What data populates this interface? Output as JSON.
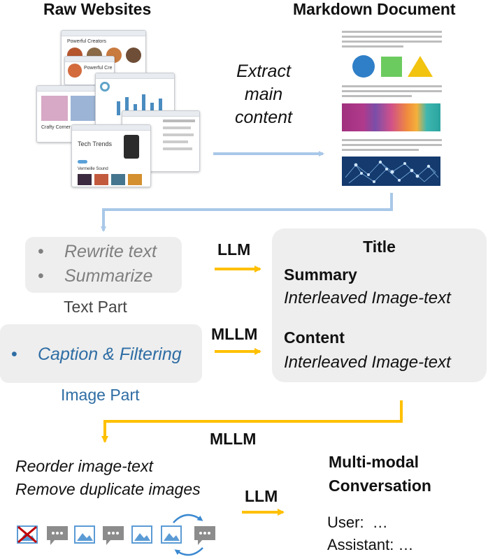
{
  "headers": {
    "raw_websites": "Raw Websites",
    "markdown_document": "Markdown Document"
  },
  "extract_label": [
    "Extract",
    "main",
    "content"
  ],
  "screenshots": {
    "win1_title": "Powerful Creators",
    "win2_title": "Powerful Cre",
    "win3_title": "Crafty Corner",
    "win4_title": "Tech Trends",
    "win4_subtitle": "Vermeille Sound"
  },
  "text_part": {
    "items": [
      "Rewrite text",
      "Summarize"
    ],
    "caption": "Text Part",
    "bullet": "•"
  },
  "image_part": {
    "items": [
      "Caption & Filtering"
    ],
    "caption": "Image Part",
    "bullet": "•"
  },
  "arrows": {
    "llm_1": "LLM",
    "mllm_1": "MLLM",
    "mllm_2": "MLLM",
    "llm_2": "LLM"
  },
  "output_box": {
    "title": "Title",
    "summary_label": "Summary",
    "summary_value": "Interleaved Image-text",
    "content_label": "Content",
    "content_value": "Interleaved Image-text"
  },
  "reorder": {
    "line1": "Reorder image-text",
    "line2": "Remove duplicate images"
  },
  "conversation": {
    "title_line1": "Multi-modal",
    "title_line2": "Conversation",
    "user": "User:  …",
    "assistant": "Assistant: …"
  },
  "colors": {
    "blue_arrow": "#a9c8e8",
    "orange_arrow": "#ffc000",
    "image_blue": "#2e6da4",
    "grey_text": "#7f7f7f",
    "box_bg": "#eeeeee"
  },
  "icons": [
    "crossed-image-icon",
    "chat-icon",
    "image-icon",
    "chat-icon",
    "image-icon",
    "image-icon",
    "chat-icon",
    "swap-arrows-icon"
  ]
}
